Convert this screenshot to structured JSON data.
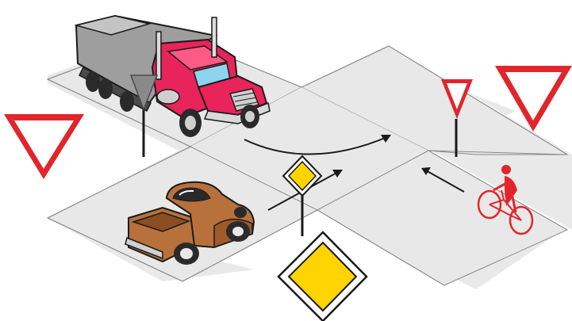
{
  "scene": {
    "background": "#ffffff",
    "road_color": "#e9e9e9",
    "road_edge_color": "#9a9a9a",
    "arrow_color": "#1a1a1a",
    "yield_sign": {
      "border_color": "#e0262b",
      "fill_color": "#ffffff",
      "count": 3
    },
    "priority_road_sign": {
      "fill_color": "#ffd400",
      "border_color": "#1a1a1a",
      "count": 2
    },
    "vehicles": [
      {
        "type": "semi-truck",
        "cab_color": "#e8245a",
        "trailer_color": "#9a9a9a"
      },
      {
        "type": "pickup-truck",
        "color": "#b8713a"
      },
      {
        "type": "bicycle-with-rider",
        "color": "#e0262b"
      }
    ],
    "movements": [
      {
        "from": "truck",
        "direction": "turn-toward-center"
      },
      {
        "from": "pickup",
        "direction": "straight-toward-center"
      },
      {
        "from": "cyclist",
        "direction": "toward-center"
      }
    ]
  }
}
